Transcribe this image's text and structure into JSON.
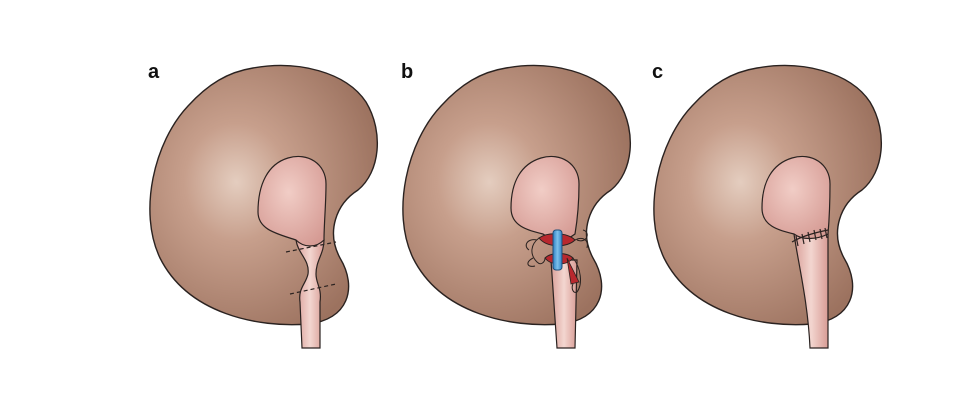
{
  "panels": [
    {
      "label": "a"
    },
    {
      "label": "b"
    },
    {
      "label": "c"
    }
  ],
  "colors": {
    "kidney": "#a97e6c",
    "kidney_highlight": "#e2cabd",
    "pelvis": "#dba39d",
    "pelvis_highlight": "#f3cfc8",
    "stent": "#4f9fd8",
    "incision": "#b8282e",
    "outline": "#2a2220"
  }
}
